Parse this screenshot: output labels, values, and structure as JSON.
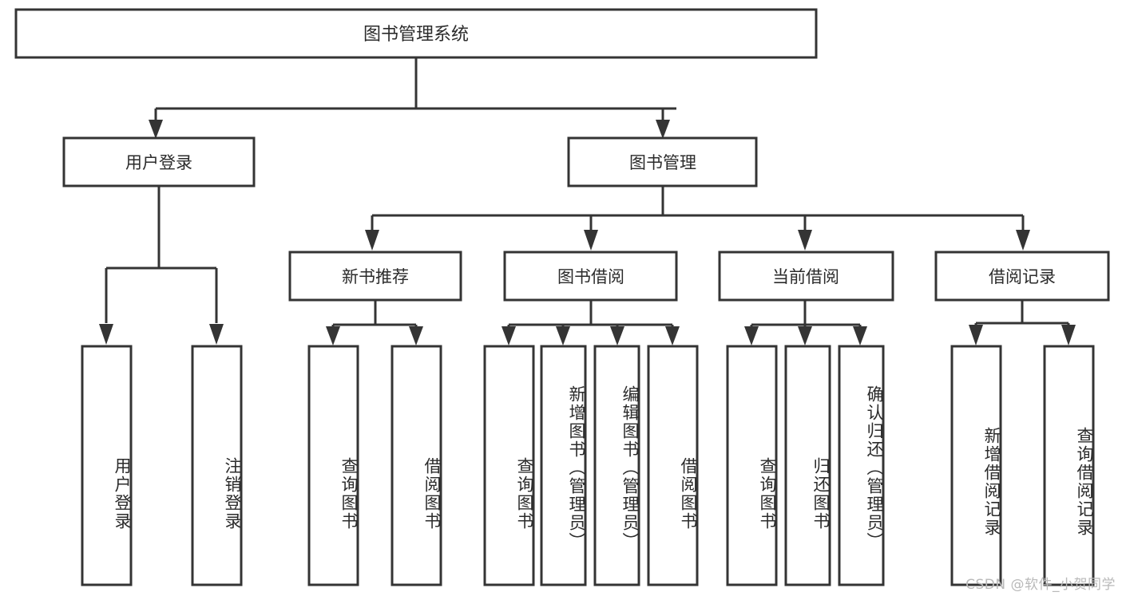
{
  "diagram": {
    "title": "图书管理系统",
    "watermark": "CSDN @软件_小贺同学",
    "colors": {
      "border": "#343434",
      "fill": "#ffffff",
      "text": "#2b2b2b",
      "watermark": "#b9b9b9",
      "background": "#ffffff"
    },
    "root": {
      "label": "图书管理系统"
    },
    "level1": [
      {
        "label": "用户登录"
      },
      {
        "label": "图书管理"
      }
    ],
    "level2": [
      {
        "label": "新书推荐"
      },
      {
        "label": "图书借阅"
      },
      {
        "label": "当前借阅"
      },
      {
        "label": "借阅记录"
      }
    ],
    "leaves": {
      "user_login": [
        {
          "label": "用户登录"
        },
        {
          "label": "注销登录"
        }
      ],
      "new_book_recommend": [
        {
          "label": "查询图书"
        },
        {
          "label": "借阅图书"
        }
      ],
      "book_borrow": [
        {
          "label": "查询图书"
        },
        {
          "label": "新增图书（管理员）"
        },
        {
          "label": "编辑图书（管理员）"
        },
        {
          "label": "借阅图书"
        }
      ],
      "current_borrow": [
        {
          "label": "查询图书"
        },
        {
          "label": "归还图书"
        },
        {
          "label": "确认归还（管理员）"
        }
      ],
      "borrow_record": [
        {
          "label": "新增借阅记录"
        },
        {
          "label": "查询借阅记录"
        }
      ]
    }
  }
}
